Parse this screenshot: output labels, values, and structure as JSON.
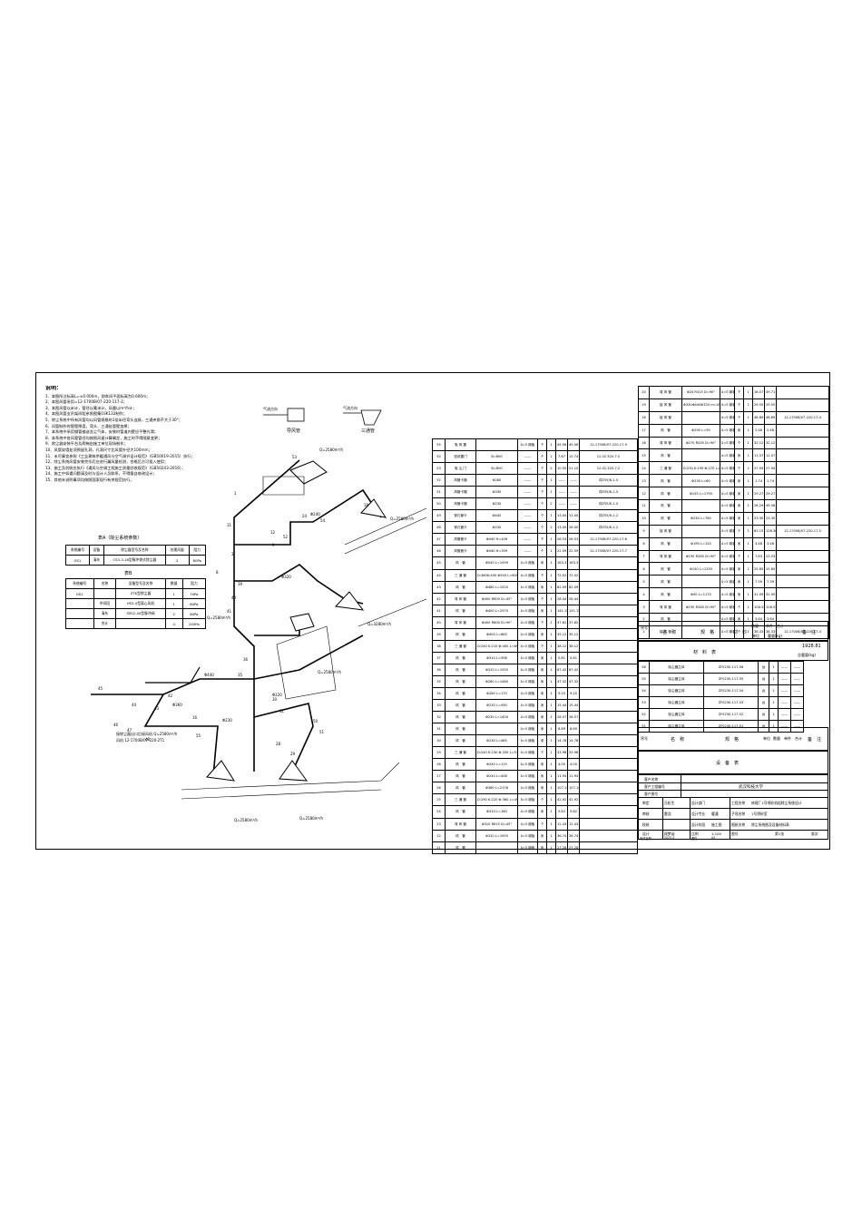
{
  "notes": {
    "title": "说明：",
    "lines": [
      "1、本图所注标高L=±0.000m，即车间平面标高为0.600m；",
      "2、本图风管采用=12-1700B/07-220-117-2；",
      "3、本图风管以米计，管径以毫米计，风量以m³/h计；",
      "4、本图风管支吊架间距参照图集03K132制作；",
      "5、除尘系统中所有风管均以风管规格的1倍半径弯头连接，三通夹角不大于30°；",
      "6、风管制作时管壁厚度，弯头、三通处管壁加厚；",
      "7、本系统中采用钢管输送含尘气体，安装时管道内壁应平整光滑；",
      "8、本系统中各风管管径均按照风速计算确定，施工时不得随意变更；",
      "9、除尘器安装平台及爬梯由施工单位现场制作；",
      "10、风管穿墙处须预留孔洞，孔洞尺寸比风管外径大100mm；",
      "11、未尽事宜参照《工业建筑供暖通风与空气调节设计规范》（GB50019-2015）执行；",
      "12、除尘系统风管安装完毕后应进行漏风量检测，合格后方可投入使用；",
      "13、施工及验收应执行《通风与空调工程施工质量验收规范》（GB50243-2016）；",
      "14、施工中如遇问题请及时与设计人员联系，不得擅自修改设计；",
      "15、其他未说明事项均按照国家现行有关规范执行。"
    ]
  },
  "mini_tables": {
    "t1_caption": "表A（除尘系统参数）",
    "t1": [
      [
        "系统编号",
        "设备",
        "除尘器型号及名称",
        "处理风量",
        "阻力"
      ],
      [
        "GS1",
        "清灰",
        "CS3-3-16型脉冲袋式除尘器",
        "2",
        "80Pa"
      ]
    ],
    "t2_caption": "表B",
    "t2": [
      [
        "系统编号",
        "名称",
        "设备型号及名称",
        "数量",
        "阻力"
      ],
      [
        "GS2",
        "",
        "ZTK型除尘器",
        "1",
        "70Pa"
      ],
      [
        "",
        "中间段",
        "HS3-4型离心风机",
        "1",
        "80Pa"
      ],
      [
        "",
        "清灰",
        "SSS2-40型脉冲阀",
        "2",
        "80Pa"
      ],
      [
        "",
        "合计",
        "",
        "4",
        "240Pa"
      ]
    ]
  },
  "diagram": {
    "air_label_1": "气流方向",
    "air_label_2": "气流方向",
    "detail_1_title": "导风管",
    "detail_2_title": "三通管",
    "q_labels": [
      "Q=2580m³/h",
      "Q=3280m³/h",
      "Q=2580m³/h",
      "Q=2580m³/h",
      "Q=2580m³/h",
      "Q=2580m³/h",
      "Q=2580m³/h"
    ],
    "dia_labels": [
      "Φ440",
      "Φ360",
      "Φ320",
      "Φ240",
      "Φ220",
      "Φ230"
    ],
    "fan_note": "接除尘器出口后接风机 Q=2580m³/h",
    "fan_note_2": "风机 12-1700B/07-220-2T1"
  },
  "middle_table": {
    "header": [
      "序号",
      "名　称",
      "规　格",
      "材　料",
      "单位",
      "数量",
      "单件",
      "总计",
      "备　注"
    ],
    "rows": [
      [
        "55",
        "吸 风 罩",
        "",
        "δ=5 碳板",
        "个",
        "1",
        "49.56",
        "49.56",
        "12-1700B/07-220-17-9"
      ],
      [
        "54",
        "密闭罩门",
        "B=800",
        "——",
        "个",
        "2",
        "7.87",
        "15.74",
        "12.02.320-7-5"
      ],
      [
        "53",
        "吸 尘 门",
        "B=800",
        "——",
        "个",
        "2",
        "10.55",
        "21.10",
        "12.02.320-7-2"
      ],
      [
        "52",
        "风管卡箍",
        "Φ280",
        "——",
        "个",
        "1",
        "——",
        "——",
        "详Z55/8-1-5"
      ],
      [
        "51",
        "风管卡箍",
        "Φ330",
        "——",
        "个",
        "1",
        "——",
        "——",
        "详Z55/8-1-5"
      ],
      [
        "50",
        "风管卡箍",
        "Φ230",
        "——",
        "个",
        "2",
        "——",
        "——",
        "详Z55/8-1-5"
      ],
      [
        "49",
        "穿孔管卡",
        "Φ440",
        "——",
        "个",
        "1",
        "13.00",
        "13.00",
        "详Z55/8-1-2"
      ],
      [
        "48",
        "穿孔管卡",
        "Φ230",
        "——",
        "个",
        "2",
        "13.00",
        "26.00",
        "详Z55/8-1-2"
      ],
      [
        "47",
        "风管管卡",
        "Φ440 H=426",
        "——",
        "个",
        "1",
        "26.53",
        "26.53",
        "12-1700B/07-220-17-6"
      ],
      [
        "46",
        "风管管卡",
        "Φ440 H=359",
        "——",
        "个",
        "1",
        "22.59",
        "22.59",
        "12-1700B/07-220-17-7"
      ],
      [
        "45",
        "风　管",
        "Φ540 L=1599",
        "δ=5 碳板",
        "米",
        "1",
        "163.31",
        "163.31",
        ""
      ],
      [
        "44",
        "三 通 管",
        "D:360K:400 Φ540 L=800 B=45°",
        "δ=5 碳板",
        "个",
        "1",
        "72.02",
        "72.02",
        ""
      ],
      [
        "43",
        "风　管",
        "Φ480 L=1520",
        "δ=5 碳板",
        "米",
        "1",
        "82.09",
        "82.09",
        ""
      ],
      [
        "42",
        "弯 风 管",
        "Φ400 R600 D=45°",
        "δ=5 碳板",
        "个",
        "1",
        "28.44",
        "28.44",
        ""
      ],
      [
        "41",
        "风　管",
        "Φ400 L=2570",
        "δ=5 碳板",
        "米",
        "1",
        "141.15",
        "141.15",
        ""
      ],
      [
        "40",
        "弯 风 管",
        "Φ400 R600 D=90°",
        "δ=5 碳板",
        "个",
        "1",
        "37.62",
        "37.62",
        ""
      ],
      [
        "39",
        "风　管",
        "Φ400 L=685",
        "δ=5 碳板",
        "米",
        "1",
        "35.12",
        "35.12",
        ""
      ],
      [
        "38",
        "三 通 管",
        "D:240 K:210 Φ:400 L=690 B=45°",
        "δ=5 碳板",
        "个",
        "1",
        "38.12",
        "38.12",
        ""
      ],
      [
        "37",
        "风　管",
        "Φ310 L=598",
        "δ=5 碳板",
        "米",
        "1",
        "0.81",
        "0.81",
        ""
      ],
      [
        "36",
        "风　管",
        "Φ310 L=1555",
        "δ=5 碳板",
        "米",
        "1",
        "67.42",
        "67.42",
        ""
      ],
      [
        "35",
        "风　管",
        "Φ280 L=1460",
        "δ=5 碳板",
        "米",
        "1",
        "47.32",
        "47.32",
        ""
      ],
      [
        "34",
        "风　管",
        "Φ280 L=170",
        "δ=5 碳板",
        "米",
        "1",
        "9.25",
        "9.25",
        ""
      ],
      [
        "33",
        "风　管",
        "Φ230 L=490",
        "δ=5 碳板",
        "米",
        "1",
        "15.44",
        "15.44",
        ""
      ],
      [
        "32",
        "风　管",
        "Φ230 L=1400",
        "δ=5 碳板",
        "米",
        "1",
        "28.57",
        "28.57",
        ""
      ],
      [
        "31",
        "风　管",
        "",
        "δ=5 碳板",
        "米",
        "1",
        "8.69",
        "8.69",
        ""
      ],
      [
        "30",
        "风　管",
        "Φ230 L=485",
        "δ=5 碳板",
        "米",
        "1",
        "14.78",
        "14.78",
        ""
      ],
      [
        "29",
        "三 通 管",
        "D:240 K:230 Φ:330 L=530 B=45°",
        "δ=5 碳板",
        "个",
        "1",
        "33.98",
        "33.98",
        ""
      ],
      [
        "28",
        "风　管",
        "Φ240 L=115",
        "δ=5 碳板",
        "米",
        "1",
        "4.00",
        "4.00",
        ""
      ],
      [
        "27",
        "风　管",
        "Φ240 L=408",
        "δ=5 碳板",
        "米",
        "1",
        "11.94",
        "11.94",
        ""
      ],
      [
        "26",
        "风　管",
        "Φ360 L=2178",
        "δ=5 碳板",
        "米",
        "1",
        "107.14",
        "107.14",
        ""
      ],
      [
        "25",
        "三 通 管",
        "D:290 K:220 Φ:360 L=490 B=45°",
        "δ=5 碳板",
        "个",
        "1",
        "42.92",
        "42.92",
        ""
      ],
      [
        "24",
        "风　管",
        "Φ310 L=180",
        "δ=5 碳板",
        "米",
        "1",
        "5.82",
        "5.82",
        ""
      ],
      [
        "23",
        "弯 风 管",
        "Φ310 R615 D=45°",
        "δ=5 碳板",
        "个",
        "1",
        "12.43",
        "12.43",
        ""
      ],
      [
        "22",
        "风　管",
        "Φ310 L=1955",
        "δ=5 碳板",
        "米",
        "1",
        "36.74",
        "36.74",
        ""
      ],
      [
        "21",
        "风　管",
        "",
        "δ=5 碳板",
        "米",
        "1",
        "27.28",
        "27.28",
        ""
      ]
    ]
  },
  "right_table": {
    "header": [
      "序号",
      "名　称",
      "规　格",
      "材　料",
      "单位",
      "数量",
      "单件",
      "总计",
      "备　注"
    ],
    "rows": [
      [
        "20",
        "弯 风 管",
        "Φ24 R315 D=90°",
        "δ=5 碳板",
        "个",
        "1",
        "16.57",
        "49.71",
        ""
      ],
      [
        "19",
        "接 风 管",
        "Φ330Φ440Φ320 m=458",
        "δ=5 碳板",
        "个",
        "1",
        "29.55",
        "29.55",
        ""
      ],
      [
        "18",
        "接 风 管",
        "",
        "δ=5 碳板",
        "个",
        "1",
        "48.89",
        "48.89",
        "12-1700B/07-220-17-4"
      ],
      [
        "17",
        "风　管",
        "Φ290 L=59",
        "δ=5 碳板",
        "米",
        "1",
        "2.48",
        "2.48",
        ""
      ],
      [
        "16",
        "弯 风 管",
        "Φ270 R435 D=90°",
        "δ=5 碳板",
        "个",
        "1",
        "32.12",
        "32.12",
        ""
      ],
      [
        "15",
        "风　管",
        "",
        "δ=5 碳板",
        "米",
        "1",
        "11.57",
        "11.57",
        ""
      ],
      [
        "14",
        "三 通 管",
        "D:230 K:190 Φ:270 L=532 B=45°",
        "δ=5 碳板",
        "个",
        "1",
        "27.94",
        "27.94",
        ""
      ],
      [
        "13",
        "风　管",
        "Φ230 L=60",
        "δ=5 碳板",
        "米",
        "1",
        "1.74",
        "1.74",
        ""
      ],
      [
        "12",
        "风　管",
        "Φ155 L=1790",
        "δ=5 碳板",
        "米",
        "1",
        "29.27",
        "29.27",
        ""
      ],
      [
        "11",
        "风　管",
        "",
        "δ=5 碳板",
        "米",
        "2",
        "28.29",
        "49.58",
        ""
      ],
      [
        "10",
        "风　管",
        "Φ230 L=760",
        "δ=5 碳板",
        "米",
        "1",
        "23.30",
        "23.30",
        ""
      ],
      [
        "9",
        "接 风 管",
        "",
        "δ=5 碳板",
        "个",
        "2",
        "63.15",
        "126.30",
        "12-1700B/07-220-17-5"
      ],
      [
        "8",
        "风　管",
        "Φ190 L=120",
        "δ=5 碳板",
        "米",
        "1",
        "3.48",
        "3.48",
        ""
      ],
      [
        "7",
        "弯 风 管",
        "Φ190 R285 D=90°",
        "δ=5 碳板",
        "个",
        "1",
        "7.83",
        "23.53",
        ""
      ],
      [
        "6",
        "风　管",
        "Φ150 L=1335",
        "δ=5 碳板",
        "米",
        "1",
        "25.85",
        "25.85",
        ""
      ],
      [
        "5",
        "风　管",
        "",
        "δ=5 碳板",
        "米",
        "1",
        "7.39",
        "7.39",
        ""
      ],
      [
        "4",
        "风　管",
        "Φ90 L=1170",
        "δ=5 碳板",
        "米",
        "1",
        "31.59",
        "31.59",
        ""
      ],
      [
        "3",
        "弯 风 管",
        "Φ190 R285 D=90°",
        "δ=5 碳板",
        "个",
        "1",
        "108.52",
        "108.52",
        ""
      ],
      [
        "2",
        "风　管",
        "",
        "δ=5 碳板",
        "米",
        "1",
        "3.64",
        "3.64",
        ""
      ],
      [
        "1",
        "接 风 管",
        "",
        "δ=5 碳板",
        "个",
        "1",
        "38.33",
        "38.33",
        "12-1700B/07-220-17-4"
      ]
    ],
    "header_labels": [
      "序号",
      "名　称",
      "规　格",
      "材　料",
      "数量",
      "单件",
      "合计",
      "备　注"
    ],
    "header_sub": [
      "单位",
      "重量(kg)"
    ],
    "material_label": "材　料　表",
    "total_value": "1928.81",
    "total_label": "总重量(kg)"
  },
  "equipment_table": {
    "rows": [
      [
        "56",
        "除尘器主体",
        "ZF0230-117-56",
        "台",
        "1",
        "——",
        "——"
      ],
      [
        "55",
        "除尘器主体",
        "ZF0230-117-55",
        "台",
        "1",
        "——",
        "——"
      ],
      [
        "54",
        "除尘器主体",
        "ZF0230-117-54",
        "台",
        "1",
        "——",
        "——"
      ],
      [
        "53",
        "除尘器主体",
        "ZF0230-117-53",
        "台",
        "1",
        "——",
        "——"
      ],
      [
        "52",
        "除尘器主体",
        "ZF0230-117-52",
        "台",
        "1",
        "——",
        "——"
      ],
      [
        "51",
        "除尘器主体",
        "ZF0230-117-51",
        "台",
        "1",
        "——",
        "——"
      ]
    ],
    "header": [
      "序号",
      "名　称",
      "规　格",
      "单位",
      "数量",
      "单件",
      "合计",
      "备　注"
    ],
    "title": "设　备　表"
  },
  "title_block": {
    "client_name_label": "客户名称",
    "project_no_label": "客户工程编号",
    "drawing_no_label": "客户图号",
    "school": "武汉科技大学",
    "project_label": "工程名称",
    "project_name": "修理厂1号喷砂机组除尘系统设计",
    "sub_label": "子项名称",
    "sub_name": "1号喷砂室",
    "drawing_name_label": "图纸名称",
    "drawing_name": "除尘系统图及设备材料表",
    "roles": [
      "审定",
      "审核",
      "校核",
      "设计",
      "完成日期"
    ],
    "names": [
      "吕松生",
      "雷浩",
      "",
      "顾梦涵",
      "2025.4"
    ],
    "dept_label": "设计部门",
    "dept_value": "",
    "major_label": "设计专业",
    "major_value": "暖通",
    "stage_label": "设计阶段",
    "stage_value": "施工图",
    "scale_label": "比例",
    "scale_value": "1:100",
    "size_label": "图幅",
    "size_value": "A3",
    "no_label": "图号",
    "version_label": "版次",
    "sheet_label": "第1张"
  }
}
